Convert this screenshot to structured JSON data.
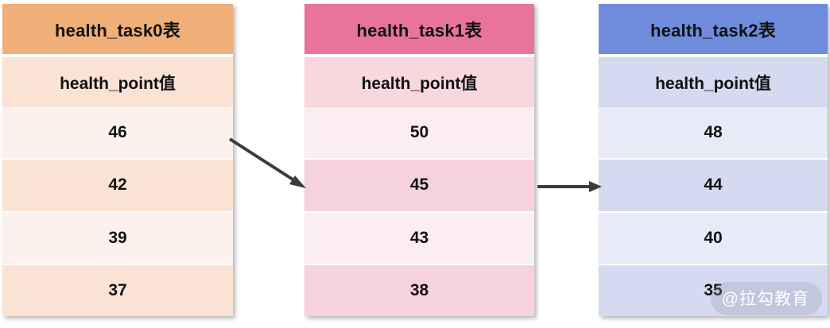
{
  "diagram": {
    "type": "table-flow",
    "title_visible": false,
    "tables": [
      {
        "name": "health_task0-table",
        "title": "health_task0表",
        "column_header": "health_point值",
        "values": [
          "46",
          "42",
          "39",
          "37"
        ],
        "colors": {
          "header": "#F0AE79",
          "subheader": "#FAE3D4",
          "row_light": "#FCF1EC",
          "row_dark": "#FAE3D4"
        }
      },
      {
        "name": "health_task1-table",
        "title": "health_task1表",
        "column_header": "health_point值",
        "values": [
          "50",
          "45",
          "43",
          "38"
        ],
        "colors": {
          "header": "#E8749C",
          "subheader": "#F8D7DF",
          "row_light": "#FCEDF1",
          "row_dark": "#F6D3DC"
        }
      },
      {
        "name": "health_task2-table",
        "title": "health_task2表",
        "column_header": "health_point值",
        "values": [
          "48",
          "44",
          "40",
          "35"
        ],
        "colors": {
          "header": "#6E8BDC",
          "subheader": "#D5DAF0",
          "row_light": "#E8EBF7",
          "row_dark": "#D5DAF0"
        }
      }
    ],
    "arrows": [
      {
        "name": "arrow-task0-to-task1",
        "style": "diagonal",
        "from": "health_task0-table",
        "to": "health_task1-table",
        "color": "#3B3B3B"
      },
      {
        "name": "arrow-task1-to-task2",
        "style": "horizontal",
        "from": "health_task1-table",
        "to": "health_task2-table",
        "color": "#3B3B3B"
      }
    ]
  },
  "watermark": {
    "text": "@拉勾教育"
  }
}
